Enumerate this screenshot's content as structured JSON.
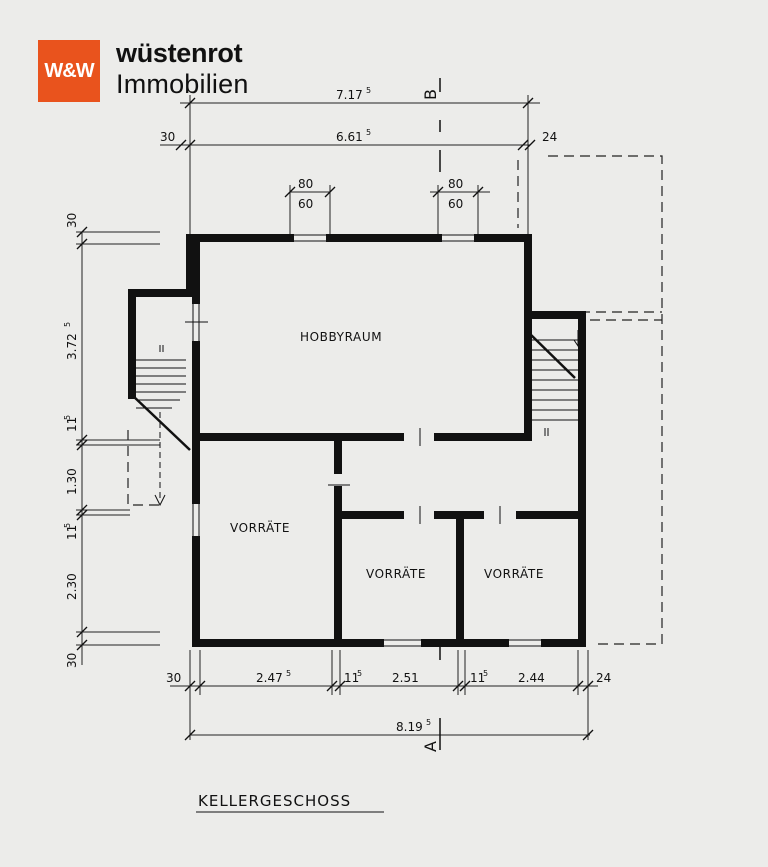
{
  "logo": {
    "mark": "W&W",
    "brand": "wüstenrot",
    "subtitle": "Immobilien"
  },
  "title": "KELLERGESCHOSS",
  "rooms": {
    "hobbyraum": "HOBBYRAUM",
    "vorraete_1": "VORRÄTE",
    "vorraete_2": "VORRÄTE",
    "vorraete_3": "VORRÄTE"
  },
  "section_marks": {
    "b": "B",
    "a": "A"
  },
  "dimensions": {
    "top_total": "7.17",
    "top_total_sup": "5",
    "top_inner": "6.61",
    "top_inner_sup": "5",
    "top_left_wall": "30",
    "top_right_wall": "24",
    "window1_width": "80",
    "window1_height": "60",
    "window2_width": "80",
    "window2_height": "60",
    "left_1": "30",
    "left_2": "3.72",
    "left_2_sup": "5",
    "left_3": "11",
    "left_3_sup": "5",
    "left_4": "1.30",
    "left_5": "11",
    "left_5_sup": "5",
    "left_6": "2.30",
    "left_7": "30",
    "bottom_1": "30",
    "bottom_2": "2.47",
    "bottom_2_sup": "5",
    "bottom_3": "11",
    "bottom_3_sup": "5",
    "bottom_4": "2.51",
    "bottom_5": "11",
    "bottom_5_sup": "5",
    "bottom_6": "2.44",
    "bottom_7": "24",
    "bottom_total": "8.19",
    "bottom_total_sup": "5"
  }
}
